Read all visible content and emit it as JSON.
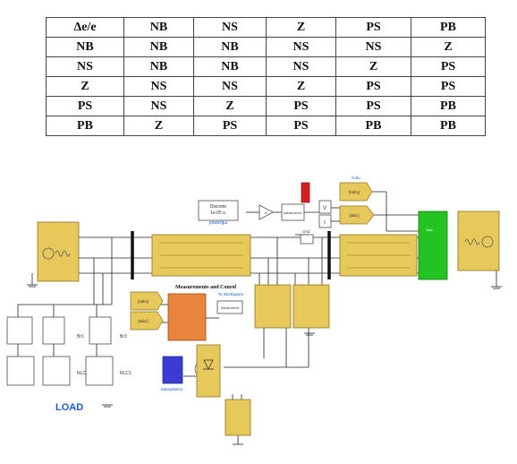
{
  "rule_table": {
    "rows": [
      [
        "Δe/e",
        "NB",
        "NS",
        "Z",
        "PS",
        "PB"
      ],
      [
        "NB",
        "NB",
        "NB",
        "NS",
        "NS",
        "Z"
      ],
      [
        "NS",
        "NB",
        "NB",
        "NS",
        "Z",
        "PS"
      ],
      [
        "Z",
        "NS",
        "NS",
        "Z",
        "PS",
        "PS"
      ],
      [
        "PS",
        "NS",
        "Z",
        "PS",
        "PS",
        "PB"
      ],
      [
        "PB",
        "Z",
        "PS",
        "PS",
        "PB",
        "PB"
      ]
    ]
  },
  "diagram": {
    "powergui_line1": "Discrete",
    "powergui_line2": "1e-05 s.",
    "powergui_label": "powergui",
    "gain_label": "-K-",
    "loadcurrent_label": "loadcurrent",
    "v_label": "V",
    "i_label": "I",
    "vabc_label": "[Vabc]",
    "iabc_label": "[Iabc]",
    "goto_top_label": "Goto",
    "vabc_iabc_top_label": "Vabc",
    "cm2_label": "cm2",
    "measurements_title": "Measurements and Conrol",
    "to_workspace_label": "To Workspace",
    "loadcurrent2_label": "loadcurrent",
    "br1_label": "Br1",
    "br3_label": "Br3",
    "rlc_label": "RLC",
    "rlc1_label": "RLC1",
    "load_label": "LOAD",
    "subsystem_label": "Subsystem1",
    "colors": {
      "block_fill": "#e6c95a",
      "block_stroke": "#8a7420",
      "green": "#22c322",
      "orange": "#e8843c",
      "red": "#d82020",
      "blue_label": "#1a5ad8"
    }
  }
}
